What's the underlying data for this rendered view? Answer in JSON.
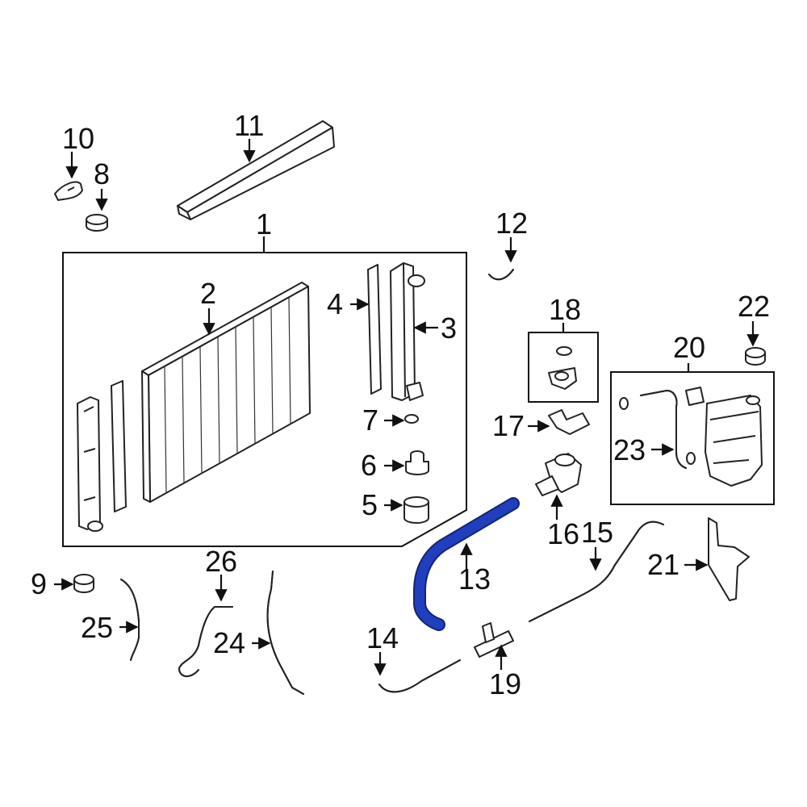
{
  "diagram": {
    "highlight_color": "#1f3fbf",
    "highlighted_part": "13",
    "callouts": [
      "1",
      "2",
      "3",
      "4",
      "5",
      "6",
      "7",
      "8",
      "9",
      "10",
      "11",
      "12",
      "13",
      "14",
      "15",
      "16",
      "17",
      "18",
      "19",
      "20",
      "21",
      "22",
      "23",
      "24",
      "25",
      "26"
    ]
  }
}
